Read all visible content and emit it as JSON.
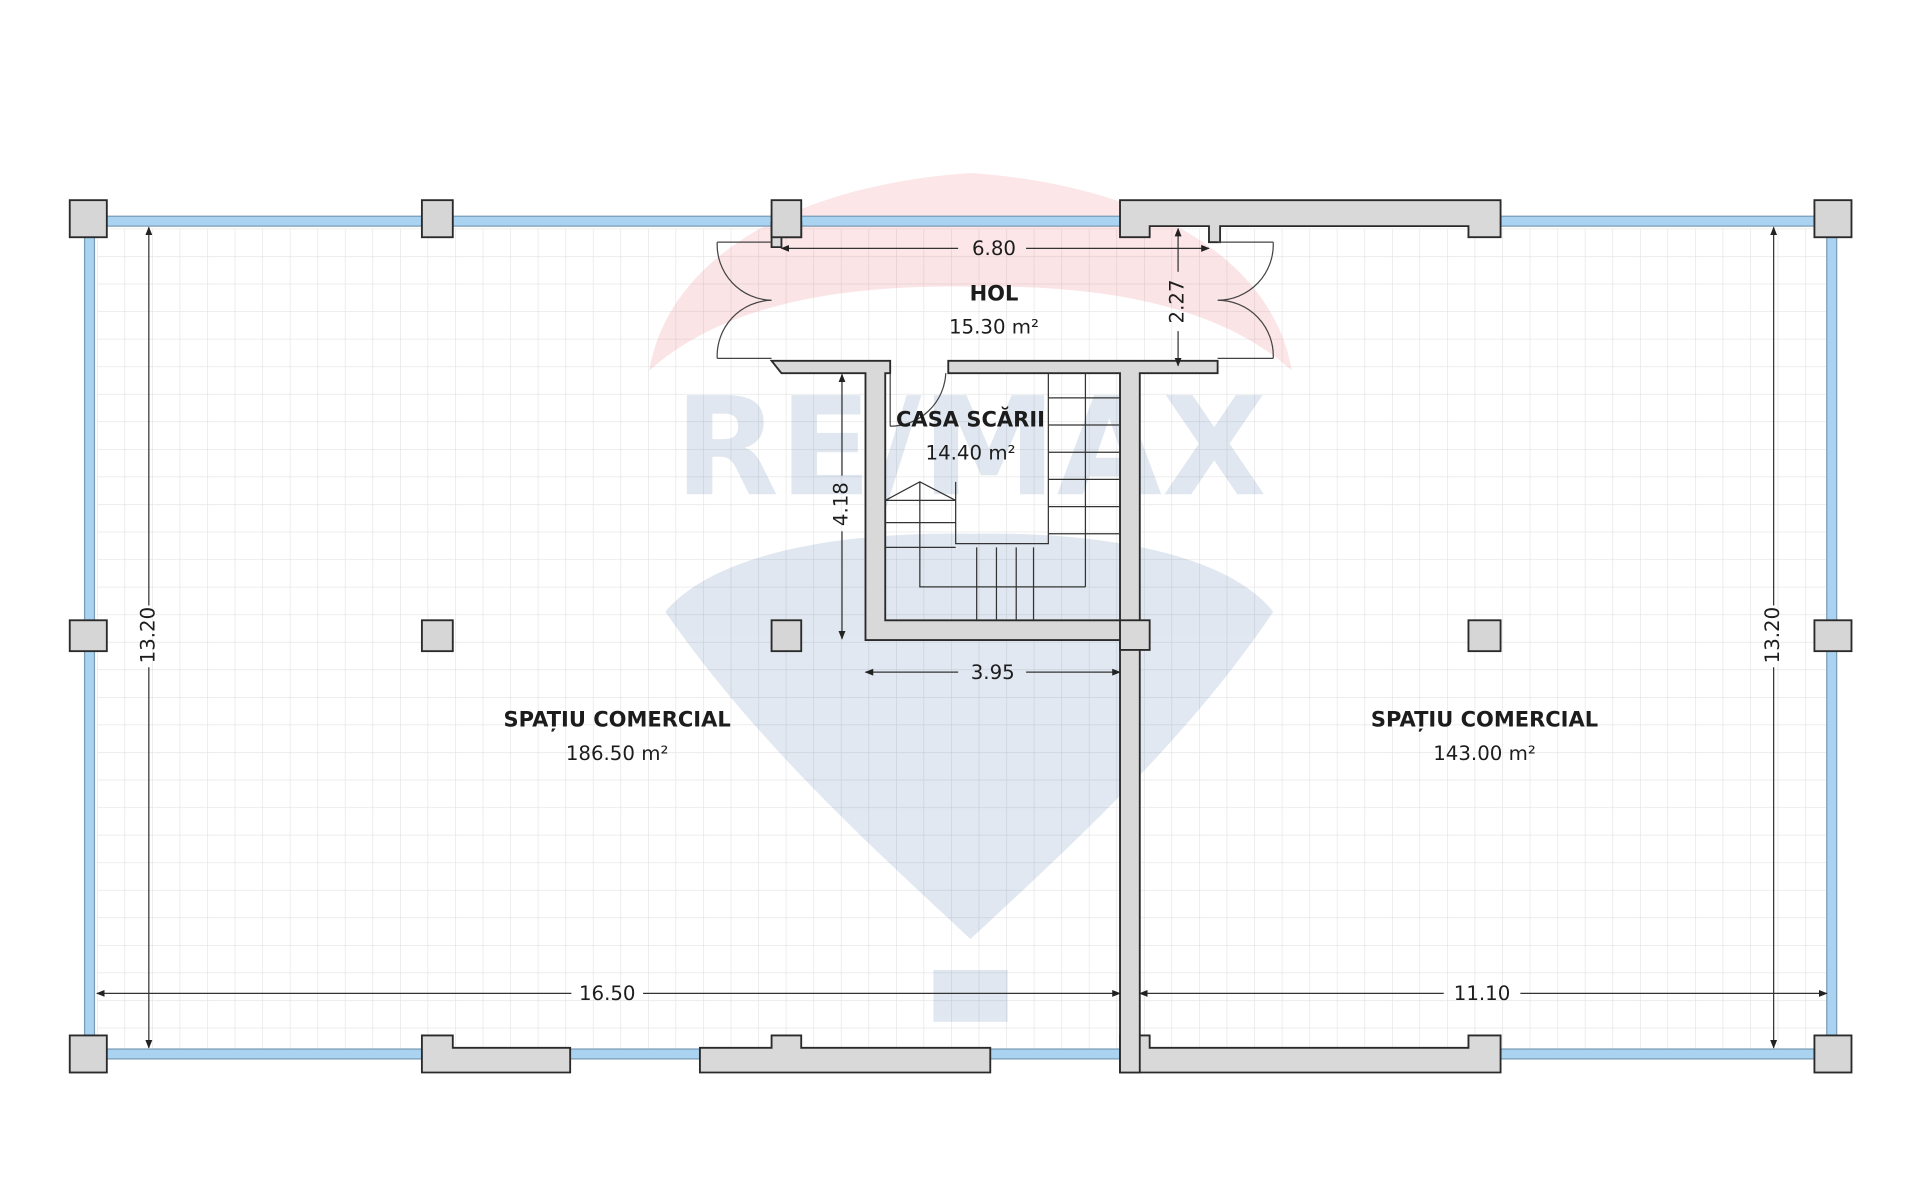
{
  "watermark": {
    "brand": "RE/MAX",
    "colors": {
      "red": "#e53a4a",
      "blue": "#1b4c8f"
    }
  },
  "rooms": {
    "hol": {
      "name": "HOL",
      "area": "15.30 m²"
    },
    "stairs": {
      "name": "CASA SCĂRII",
      "area": "14.40 m²"
    },
    "commercial_left": {
      "name": "SPAȚIU COMERCIAL",
      "area": "186.50 m²"
    },
    "commercial_right": {
      "name": "SPAȚIU COMERCIAL",
      "area": "143.00 m²"
    }
  },
  "dimensions": {
    "hol_width": "6.80",
    "hol_depth": "2.27",
    "stairs_depth": "4.18",
    "stairs_width": "3.95",
    "left_height": "13.20",
    "right_height": "13.20",
    "left_width": "16.50",
    "right_width": "11.10"
  },
  "colors": {
    "wall": "#d9d9d9",
    "window": "#a9d3f0",
    "grid": "#e4e4e4"
  }
}
